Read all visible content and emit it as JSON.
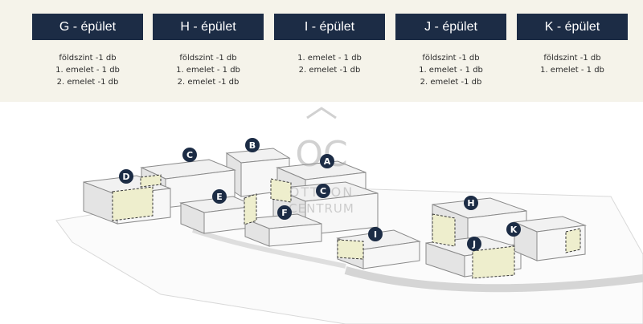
{
  "buildings": [
    {
      "title": "G - épület",
      "lines": [
        "földszint -1 db",
        "1. emelet - 1 db",
        "2. emelet -1 db"
      ]
    },
    {
      "title": "H - épület",
      "lines": [
        "földszint -1 db",
        "1. emelet - 1 db",
        "2. emelet -1 db"
      ]
    },
    {
      "title": "I - épület",
      "lines": [
        "1. emelet - 1 db",
        "2. emelet -1 db"
      ]
    },
    {
      "title": "J - épület",
      "lines": [
        "földszint -1 db",
        "1. emelet - 1 db",
        "2. emelet -1 db"
      ]
    },
    {
      "title": "K - épület",
      "lines": [
        "földszint -1 db",
        "1. emelet - 1 db"
      ]
    }
  ],
  "map": {
    "markers": [
      "A",
      "B",
      "C",
      "D",
      "E",
      "F",
      "H",
      "I",
      "J",
      "K"
    ],
    "watermark": {
      "logo": "OC",
      "line1": "OTTHON",
      "line2": "CENTRUM"
    },
    "highlight_color": "#eeeecd",
    "marker_color": "#1c2c45"
  }
}
